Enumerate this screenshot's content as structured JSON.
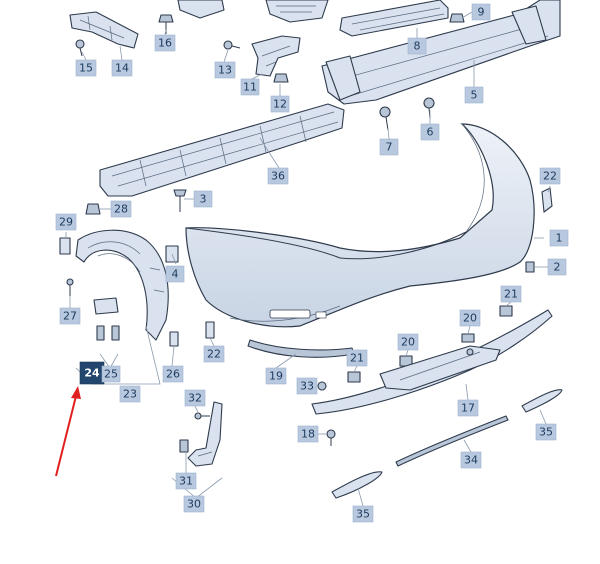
{
  "diagram": {
    "labels": [
      {
        "id": "1",
        "text": "1"
      },
      {
        "id": "2",
        "text": "2"
      },
      {
        "id": "3",
        "text": "3"
      },
      {
        "id": "4",
        "text": "4"
      },
      {
        "id": "5",
        "text": "5"
      },
      {
        "id": "6",
        "text": "6"
      },
      {
        "id": "7",
        "text": "7"
      },
      {
        "id": "8",
        "text": "8"
      },
      {
        "id": "9",
        "text": "9"
      },
      {
        "id": "11",
        "text": "11"
      },
      {
        "id": "12",
        "text": "12"
      },
      {
        "id": "13",
        "text": "13"
      },
      {
        "id": "14",
        "text": "14"
      },
      {
        "id": "15",
        "text": "15"
      },
      {
        "id": "16",
        "text": "16"
      },
      {
        "id": "17",
        "text": "17"
      },
      {
        "id": "18",
        "text": "18"
      },
      {
        "id": "19",
        "text": "19"
      },
      {
        "id": "20a",
        "text": "20"
      },
      {
        "id": "20b",
        "text": "20"
      },
      {
        "id": "21a",
        "text": "21"
      },
      {
        "id": "21b",
        "text": "21"
      },
      {
        "id": "22a",
        "text": "22"
      },
      {
        "id": "22b",
        "text": "22"
      },
      {
        "id": "23",
        "text": "23"
      },
      {
        "id": "24",
        "text": "24",
        "highlight": true
      },
      {
        "id": "25",
        "text": "25"
      },
      {
        "id": "26",
        "text": "26"
      },
      {
        "id": "27",
        "text": "27"
      },
      {
        "id": "28",
        "text": "28"
      },
      {
        "id": "29",
        "text": "29"
      },
      {
        "id": "30",
        "text": "30"
      },
      {
        "id": "31",
        "text": "31"
      },
      {
        "id": "32",
        "text": "32"
      },
      {
        "id": "33",
        "text": "33"
      },
      {
        "id": "34",
        "text": "34"
      },
      {
        "id": "35a",
        "text": "35"
      },
      {
        "id": "35b",
        "text": "35"
      },
      {
        "id": "36",
        "text": "36"
      }
    ],
    "colors": {
      "label_fill": "#b8c9df",
      "label_text": "#1d3a5e",
      "highlight_fill": "#23466f",
      "highlight_text": "#ffffff",
      "pointer_arrow": "#e02020",
      "part_fill": "#d9e2ee",
      "outline": "#2f3b4d"
    }
  }
}
